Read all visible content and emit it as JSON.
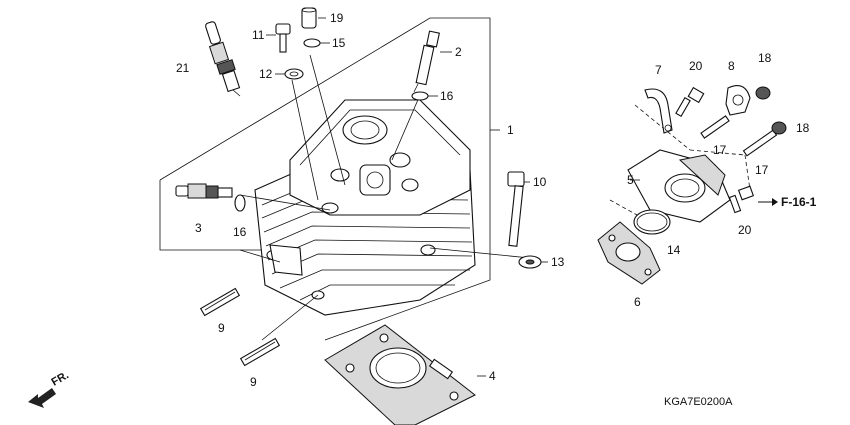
{
  "callouts": {
    "c1": "1",
    "c2": "2",
    "c3": "3",
    "c4": "4",
    "c5": "5",
    "c6": "6",
    "c7": "7",
    "c8": "8",
    "c9a": "9",
    "c9b": "9",
    "c10": "10",
    "c11": "11",
    "c12": "12",
    "c13": "13",
    "c14": "14",
    "c15": "15",
    "c16a": "16",
    "c16b": "16",
    "c17a": "17",
    "c17b": "17",
    "c18a": "18",
    "c18b": "18",
    "c19": "19",
    "c20a": "20",
    "c20b": "20",
    "c21": "21"
  },
  "reference": "F-16-1",
  "front_marker": "FR.",
  "diagram_code": "KGA7E0200A",
  "colors": {
    "line": "#111111",
    "gasket_fill": "#d9d9d9",
    "background": "#ffffff"
  }
}
